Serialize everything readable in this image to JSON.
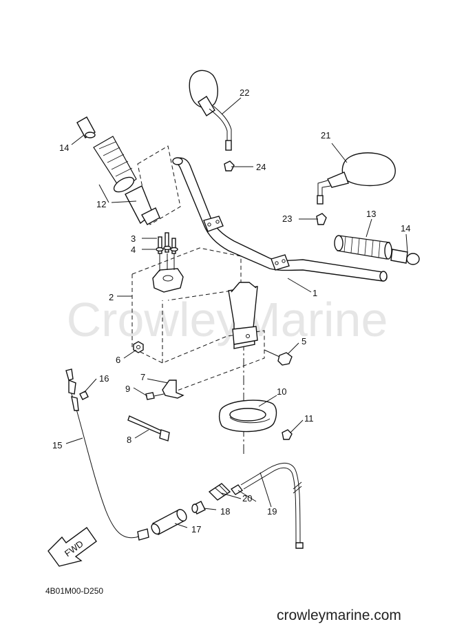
{
  "watermark": "CrowleyMarine",
  "diagram_code": "4B01M00-D250",
  "site": "crowleymarine.com",
  "direction_marker": "FWD",
  "callouts": {
    "c1": "1",
    "c2": "2",
    "c3": "3",
    "c4": "4",
    "c5": "5",
    "c6": "6",
    "c7": "7",
    "c8": "8",
    "c9": "9",
    "c10": "10",
    "c11": "11",
    "c12": "12",
    "c13": "13",
    "c14a": "14",
    "c14b": "14",
    "c15": "15",
    "c16": "16",
    "c17": "17",
    "c18": "18",
    "c19": "19",
    "c20": "20",
    "c21": "21",
    "c22": "22",
    "c23": "23",
    "c24": "24"
  }
}
